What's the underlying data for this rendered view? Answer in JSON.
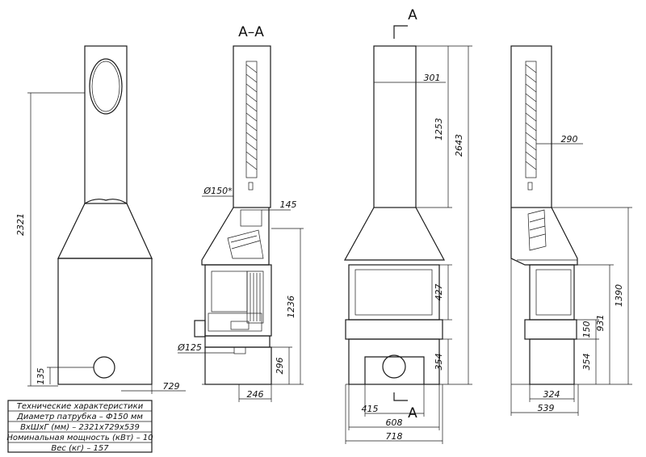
{
  "section_label": "A–A",
  "cut_label_top": "A",
  "cut_label_bottom": "A",
  "dimensions": {
    "front_height": "2321",
    "front_width": "729",
    "front_outlet": "135",
    "section_pipe": "Ø150*",
    "section_offset": "145",
    "section_height": "1236",
    "section_outlet_dia": "Ø125",
    "section_outlet_h": "296",
    "section_width": "246",
    "main_chimney_w": "301",
    "main_chimney_h": "1253",
    "main_total_h": "2643",
    "main_opening_h": "427",
    "main_base_h": "354",
    "main_inner_w": "415",
    "main_mid_w": "608",
    "main_total_w": "718",
    "side_chimney_w": "290",
    "side_total_h": "1390",
    "side_firebox_h": "931",
    "side_ledge_h": "150",
    "side_base_h": "354",
    "side_inner_w": "324",
    "side_total_w": "539"
  },
  "specs": {
    "title": "Технические характеристики",
    "rows": [
      "Диаметр патрубка – Ф150 мм",
      "ВхШхГ (мм) – 2321х729х539",
      "Номинальная мощность (кВт) – 10",
      "Вес (кг) – 157"
    ]
  }
}
